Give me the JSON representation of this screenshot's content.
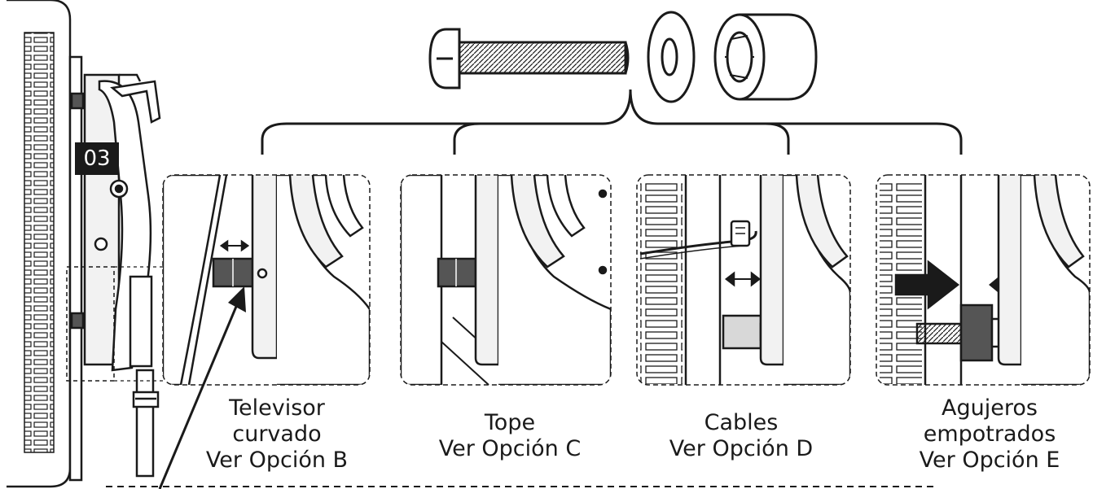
{
  "step_badge": "03",
  "panels": [
    {
      "id": "B",
      "lines": [
        "Televisor",
        "curvado",
        "Ver Opción B"
      ]
    },
    {
      "id": "C",
      "lines": [
        "Tope",
        "Ver Opción C"
      ]
    },
    {
      "id": "D",
      "lines": [
        "Cables",
        "Ver Opción D"
      ]
    },
    {
      "id": "E",
      "lines": [
        "Agujeros",
        "empotrados",
        "Ver Opción E"
      ]
    }
  ],
  "colors": {
    "ink": "#1a1a1a",
    "panel_fill": "#f2f2f2",
    "spacer_fill": "#d8d8d8",
    "dark_fill": "#555555"
  },
  "icons": [
    "screw-icon",
    "washer-icon",
    "spacer-icon"
  ]
}
